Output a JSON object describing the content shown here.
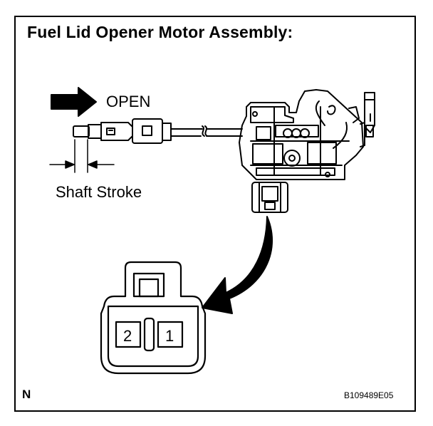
{
  "title": "Fuel Lid Opener Motor Assembly:",
  "labels": {
    "open": "OPEN",
    "shaft_stroke": "Shaft Stroke",
    "pin_left": "2",
    "pin_right": "1"
  },
  "corner_mark": "N",
  "figure_code": "B109489E05",
  "icons": [
    "arrow-right-icon",
    "curved-arrow-icon"
  ]
}
